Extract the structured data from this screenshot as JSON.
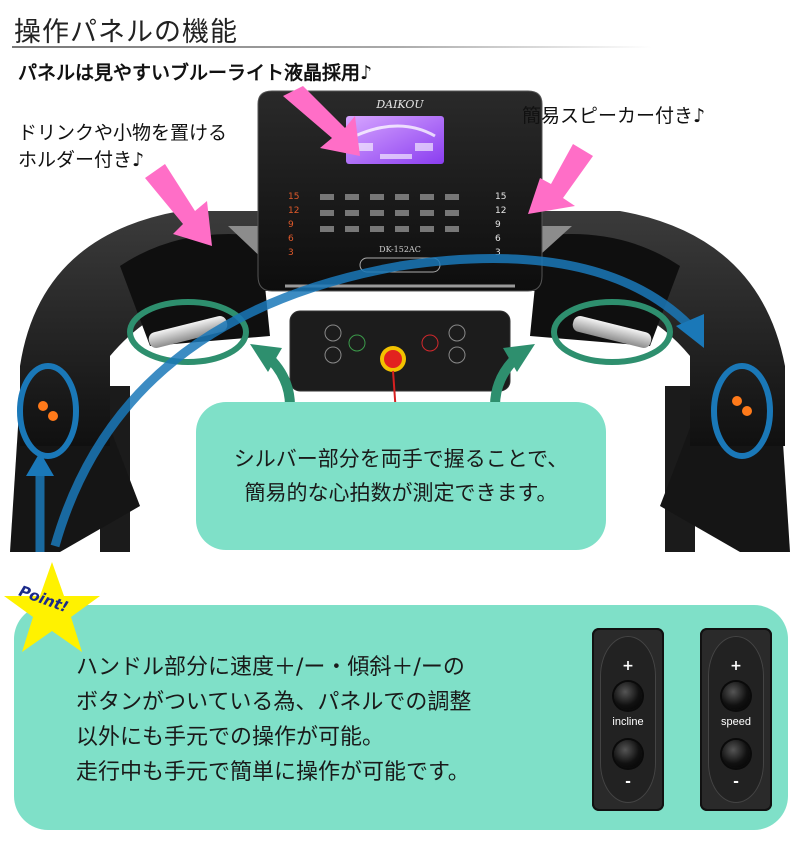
{
  "page": {
    "title": "操作パネルの機能"
  },
  "captions": {
    "lcd": "パネルは見やすいブルーライト液晶採用♪",
    "holder_line1": "ドリンクや小物を置ける",
    "holder_line2": "ホルダー付き♪",
    "speaker": "簡易スピーカー付き♪"
  },
  "console": {
    "brand": "DAIKOU",
    "model": "DK-152AC",
    "left_keys": [
      "15",
      "12",
      "9",
      "6",
      "3"
    ],
    "right_keys": [
      "15",
      "12",
      "9",
      "6",
      "3"
    ]
  },
  "heart_rate_note": {
    "line1": "シルバー部分を両手で握ることで、",
    "line2": "簡易的な心拍数が測定できます。"
  },
  "point_badge": "Point!",
  "main_note": {
    "line1": "ハンドル部分に速度＋/ー・傾斜＋/ーの",
    "line2": "ボタンがついている為、パネルでの調整",
    "line3": "以外にも手元での操作が可能。",
    "line4": "走行中も手元で簡単に操作が可能です。"
  },
  "controls": [
    {
      "label": "incline",
      "plus": "+",
      "minus": "-"
    },
    {
      "label": "speed",
      "plus": "+",
      "minus": "-"
    }
  ],
  "colors": {
    "bubble": "#7fe0c8",
    "arrow_pink": "#ff6ec7",
    "arrow_blue": "#1a78b8",
    "arrow_green": "#2e8f6e",
    "lcd": "#b56cff",
    "star": "#fff200"
  }
}
